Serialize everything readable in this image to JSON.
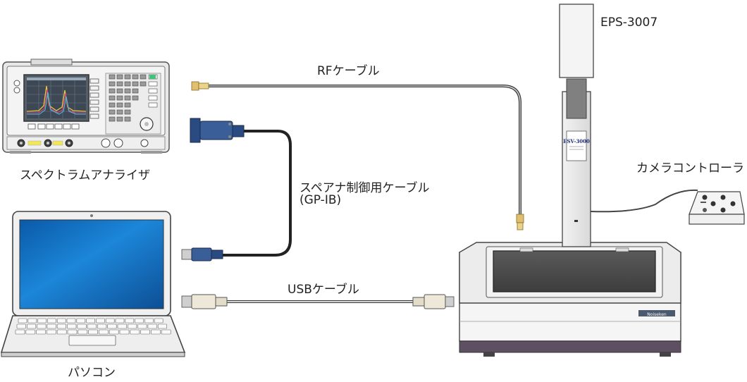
{
  "labels": {
    "eps": "EPS-3007",
    "rf_cable": "RFケーブル",
    "spectrum_analyzer": "スペクトラムアナライザ",
    "gpib_cable_line1": "スペアナ制御用ケーブル",
    "gpib_cable_line2": "(GP-IB)",
    "camera_controller": "カメラコントローラ",
    "usb_cable": "USBケーブル",
    "pc": "パソコン",
    "esv_plate": "ESV-3000",
    "base_nameplate": "Noiseken"
  },
  "colors": {
    "cable_dark": "#3a3a3a",
    "cable_light": "#d6d6d6",
    "gpib_blue": "#2f4f86",
    "screen_blue": "#1b7fd0",
    "device_grey": "#e8e8e8",
    "spectrum_screen": "#5a6a7a"
  }
}
